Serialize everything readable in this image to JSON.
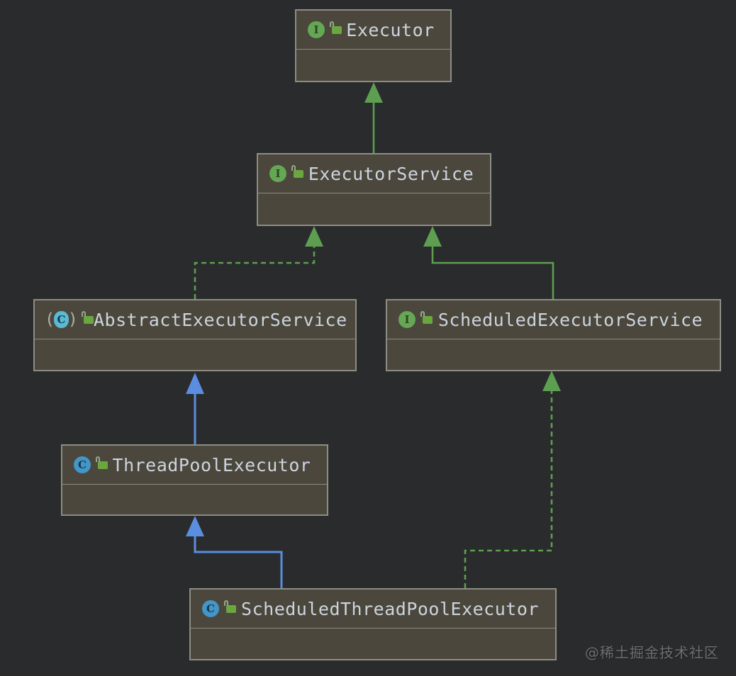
{
  "diagram": {
    "tool": "uml-class-diagram",
    "nodes": [
      {
        "id": "executor",
        "name": "Executor",
        "kind": "interface",
        "visibility": "public"
      },
      {
        "id": "executor-service",
        "name": "ExecutorService",
        "kind": "interface",
        "visibility": "public"
      },
      {
        "id": "abstract-executor-service",
        "name": "AbstractExecutorService",
        "kind": "abstract-class",
        "visibility": "public"
      },
      {
        "id": "scheduled-executor-service",
        "name": "ScheduledExecutorService",
        "kind": "interface",
        "visibility": "public"
      },
      {
        "id": "thread-pool-executor",
        "name": "ThreadPoolExecutor",
        "kind": "class",
        "visibility": "public"
      },
      {
        "id": "scheduled-thread-pool-executor",
        "name": "ScheduledThreadPoolExecutor",
        "kind": "class",
        "visibility": "public"
      }
    ],
    "edges": [
      {
        "from": "ExecutorService",
        "to": "Executor",
        "relation": "extends",
        "line": "solid",
        "color": "green"
      },
      {
        "from": "AbstractExecutorService",
        "to": "ExecutorService",
        "relation": "implements",
        "line": "dashed",
        "color": "green"
      },
      {
        "from": "ScheduledExecutorService",
        "to": "ExecutorService",
        "relation": "extends",
        "line": "solid",
        "color": "green"
      },
      {
        "from": "ThreadPoolExecutor",
        "to": "AbstractExecutorService",
        "relation": "extends",
        "line": "solid",
        "color": "blue"
      },
      {
        "from": "ScheduledThreadPoolExecutor",
        "to": "ThreadPoolExecutor",
        "relation": "extends",
        "line": "solid",
        "color": "blue"
      },
      {
        "from": "ScheduledThreadPoolExecutor",
        "to": "ScheduledExecutorService",
        "relation": "implements",
        "line": "dashed",
        "color": "green"
      }
    ],
    "icons": {
      "interface_badge": "I",
      "class_badge": "C",
      "abstract_badge": "C",
      "paren_left": "(",
      "paren_right": ")"
    },
    "colors": {
      "background": "#2a2b2c",
      "node_fill": "#4b473c",
      "node_border": "#8d8d84",
      "title_text": "#ccd4de",
      "inheritance_green": "#5d9e50",
      "inheritance_blue": "#5b8de0",
      "interface_icon_green": "#64a854",
      "class_icon_blue": "#4396c7",
      "abstract_icon_cyan": "#5ab9d3",
      "lock_green": "#6aa73f",
      "watermark_gray": "#6e6e6e"
    }
  },
  "watermark": {
    "text": "@稀土掘金技术社区"
  }
}
